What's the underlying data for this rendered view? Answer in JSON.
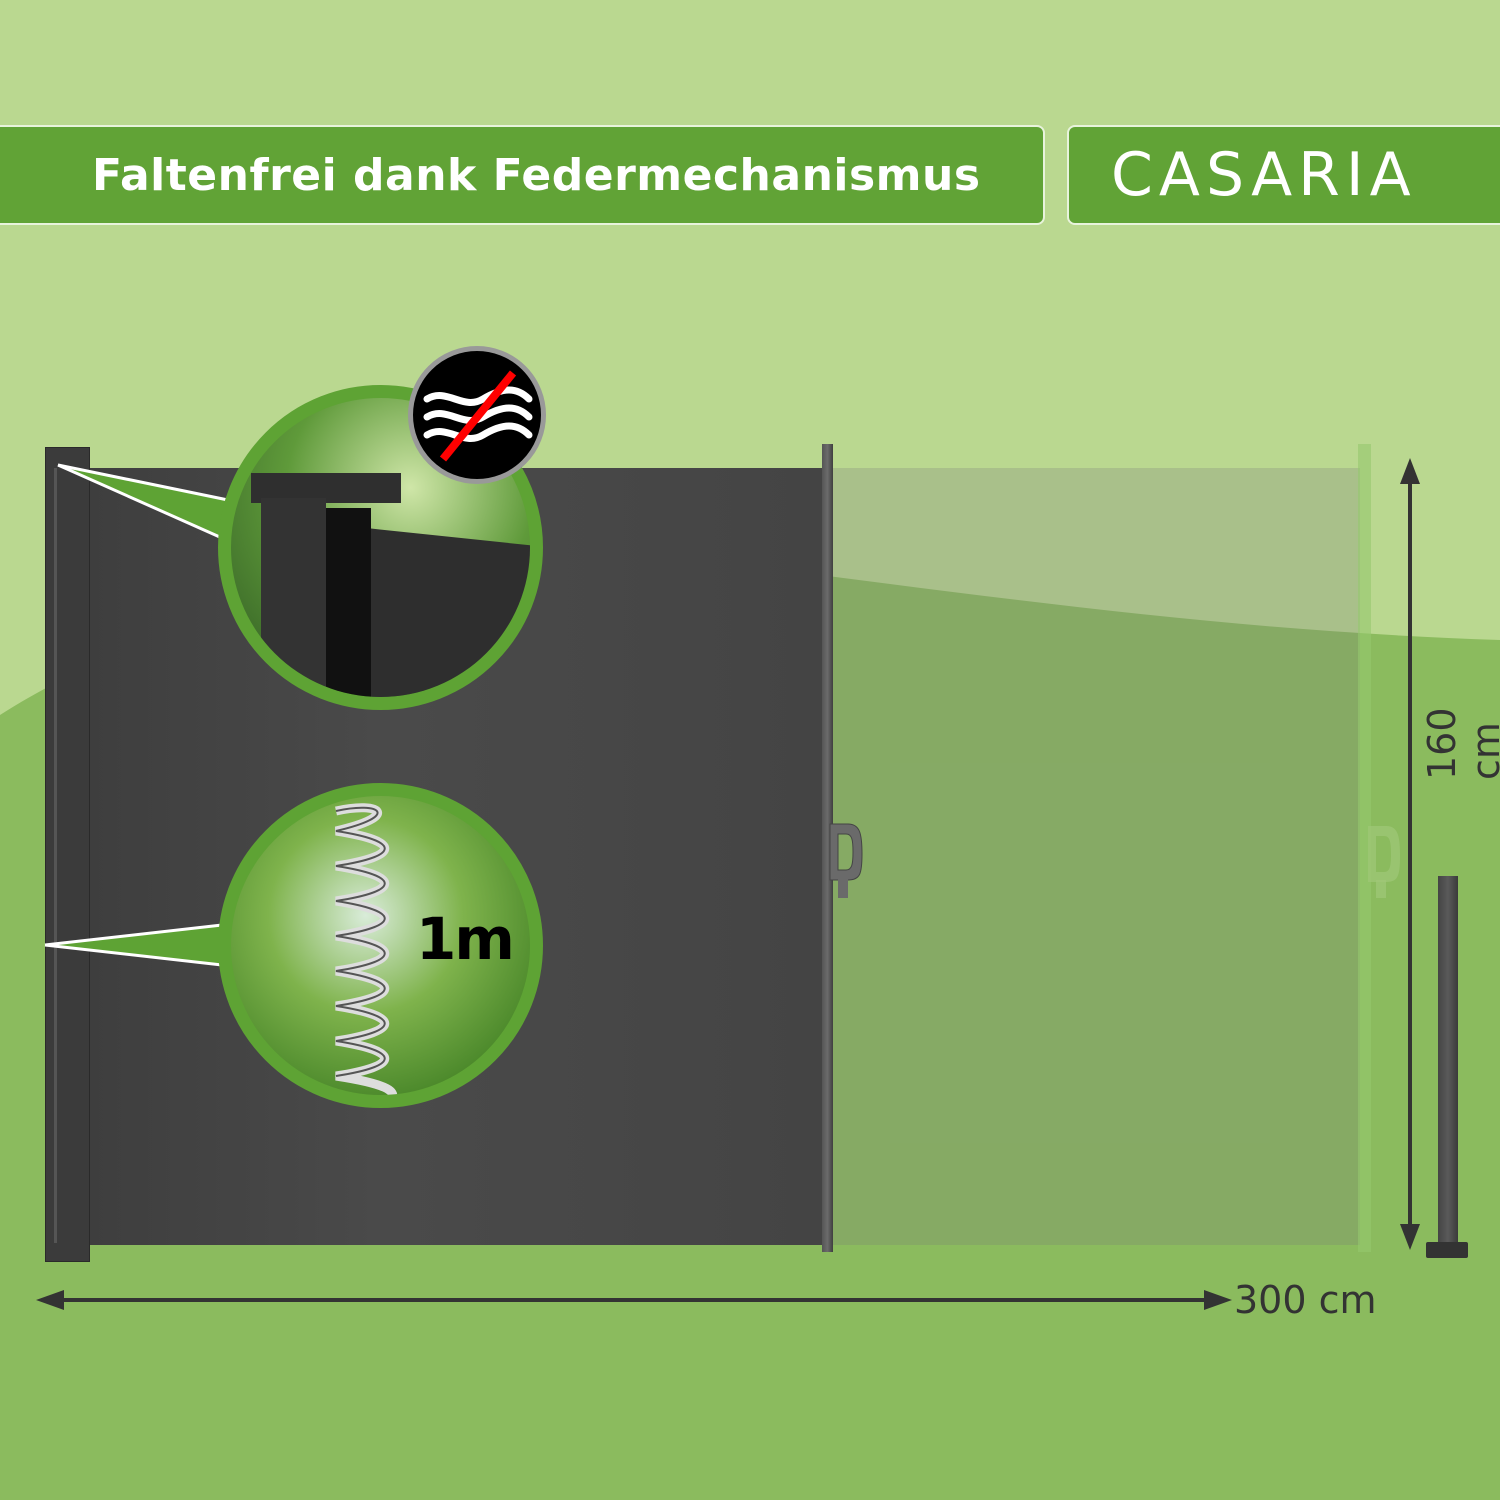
{
  "header": {
    "headline": "Faltenfrei dank Federmechanismus",
    "brand_logo": "CASARIA"
  },
  "feature_callouts": {
    "no_wrinkles_badge_icon": "no-waves-icon",
    "spring_length_label": "1m"
  },
  "dimensions": {
    "width_label": "300 cm",
    "height_label": "160 cm"
  },
  "colors": {
    "background_light": "#b9d78f",
    "background_dark": "#8bbb5e",
    "banner_green": "#61a336",
    "screen_gray": "#444444",
    "badge_strike_red": "#ff0000"
  }
}
